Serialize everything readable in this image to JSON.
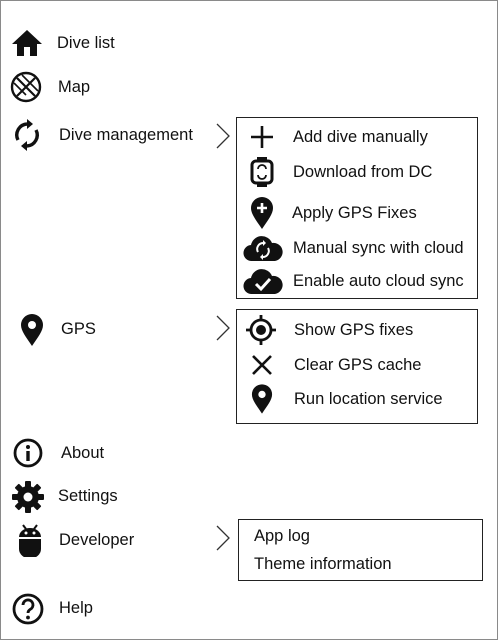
{
  "menu": {
    "dive_list": "Dive list",
    "map": "Map",
    "dive_management": "Dive management",
    "gps": "GPS",
    "about": "About",
    "settings": "Settings",
    "developer": "Developer",
    "help": "Help"
  },
  "dive_management_submenu": {
    "add_dive": "Add dive manually",
    "download_dc": "Download from DC",
    "apply_gps": "Apply GPS Fixes",
    "manual_sync": "Manual sync with cloud",
    "auto_sync": "Enable auto cloud sync"
  },
  "gps_submenu": {
    "show_fixes": "Show GPS fixes",
    "clear_cache": "Clear GPS cache",
    "run_service": "Run location service"
  },
  "developer_submenu": {
    "app_log": "App log",
    "theme_info": "Theme information"
  },
  "icons": {
    "dive_list": "home-icon",
    "map": "globe-icon",
    "dive_management": "sync-icon",
    "gps": "location-pin-icon",
    "about": "info-icon",
    "settings": "gear-icon",
    "developer": "android-icon",
    "help": "help-icon",
    "submenu_arrow": "chevron-right-icon",
    "add_dive": "plus-icon",
    "download_dc": "dive-computer-icon",
    "apply_gps": "pin-plus-icon",
    "manual_sync": "cloud-sync-icon",
    "auto_sync": "cloud-check-icon",
    "show_fixes": "crosshair-icon",
    "clear_cache": "close-icon",
    "run_service": "location-pin-icon"
  }
}
